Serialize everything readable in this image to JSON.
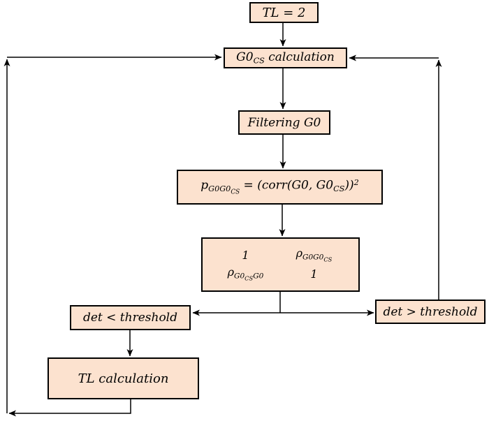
{
  "colors": {
    "background": "#ffffff",
    "box_fill": "#fce2cf",
    "box_border": "#000000",
    "line": "#000000"
  },
  "diagram": {
    "title": "G0 coherence / transmission-loss iteration flowchart",
    "nodes": {
      "tl2": {
        "label": "TL = 2"
      },
      "g0cs": {
        "segments": [
          {
            "t": "G0",
            "s": "n"
          },
          {
            "t": "CS",
            "s": "sub"
          },
          {
            "t": " calculation",
            "s": "n"
          }
        ]
      },
      "filtering": {
        "label": "Filtering G0"
      },
      "p": {
        "segments": [
          {
            "t": "p",
            "s": "n"
          },
          {
            "t": "G0G0",
            "s": "sub"
          },
          {
            "t": "CS",
            "s": "subsub"
          },
          {
            "t": " = (corr(G0, G0",
            "s": "n"
          },
          {
            "t": "CS",
            "s": "sub"
          },
          {
            "t": "))",
            "s": "n"
          },
          {
            "t": "2",
            "s": "sup"
          }
        ]
      },
      "matrix": {
        "cells": [
          [
            {
              "t": "1",
              "s": "n"
            }
          ],
          [
            {
              "t": "ρ",
              "s": "n"
            },
            {
              "t": "G0G0",
              "s": "sub"
            },
            {
              "t": "CS",
              "s": "subsub"
            }
          ],
          [
            {
              "t": "ρ",
              "s": "n"
            },
            {
              "t": "G0",
              "s": "sub"
            },
            {
              "t": "CS",
              "s": "subsub"
            },
            {
              "t": "G0",
              "s": "sub"
            }
          ],
          [
            {
              "t": "1",
              "s": "n"
            }
          ]
        ]
      },
      "detlt": {
        "label": "det < threshold"
      },
      "detgt": {
        "label": "det > threshold"
      },
      "tlcalc": {
        "label": "TL calculation"
      }
    }
  }
}
